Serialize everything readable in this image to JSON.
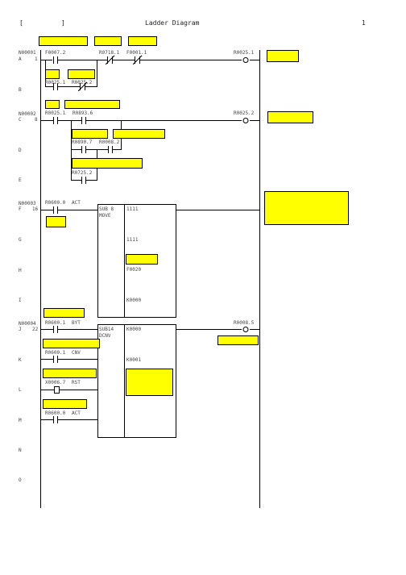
{
  "header": {
    "bracket_open": "[",
    "bracket_close": "]",
    "title": "Ladder Diagram",
    "page_number": "1"
  },
  "rows": {
    "A": "A",
    "B": "B",
    "C": "C",
    "D": "D",
    "E": "E",
    "F": "F",
    "G": "G",
    "H": "H",
    "I": "I",
    "J": "J",
    "K": "K",
    "L": "L",
    "M": "M",
    "N": "N",
    "O": "O"
  },
  "networks": [
    {
      "id": "N00001",
      "step": "1"
    },
    {
      "id": "N00002",
      "step": "8"
    },
    {
      "id": "N00003",
      "step": "16"
    },
    {
      "id": "N00004",
      "step": "22"
    }
  ],
  "contacts": {
    "f0007_2": "F0007.2",
    "r0718_1": "R0718.1",
    "f0001_1": "F0001.1",
    "r0025_1_b": "R0025.1",
    "r0025_2_b": "R0025.2",
    "r0025_1_c": "R0025.1",
    "r0893_6": "R0893.6",
    "r0890_7": "R0890.7",
    "r0008_2": "R0008.2",
    "r0725_2": "R0725.2",
    "r0600_0_f": "R0600.0",
    "r0600_1": "R0600.1",
    "r0600_1_k": "R0600.1",
    "x0006_7": "X0006.7",
    "r0600_0_m": "R0600.0"
  },
  "contact_labels": {
    "act_f": "ACT",
    "byt": "BYT",
    "cnv": "CNV",
    "rst": "RST",
    "act_m": "ACT"
  },
  "coils": {
    "r0025_1": "R0025.1",
    "r0025_2": "R0025.2",
    "r0008_5": "R0008.5"
  },
  "func_boxes": {
    "sub8": {
      "name": "SUB 8",
      "op": "MOVE",
      "p1": "1111",
      "p2": "1111",
      "p3": "F0020",
      "p4": "K0000"
    },
    "sub14": {
      "name": "SUB14",
      "op": "DCNV",
      "p1": "K0000",
      "p2": "K0001"
    }
  }
}
